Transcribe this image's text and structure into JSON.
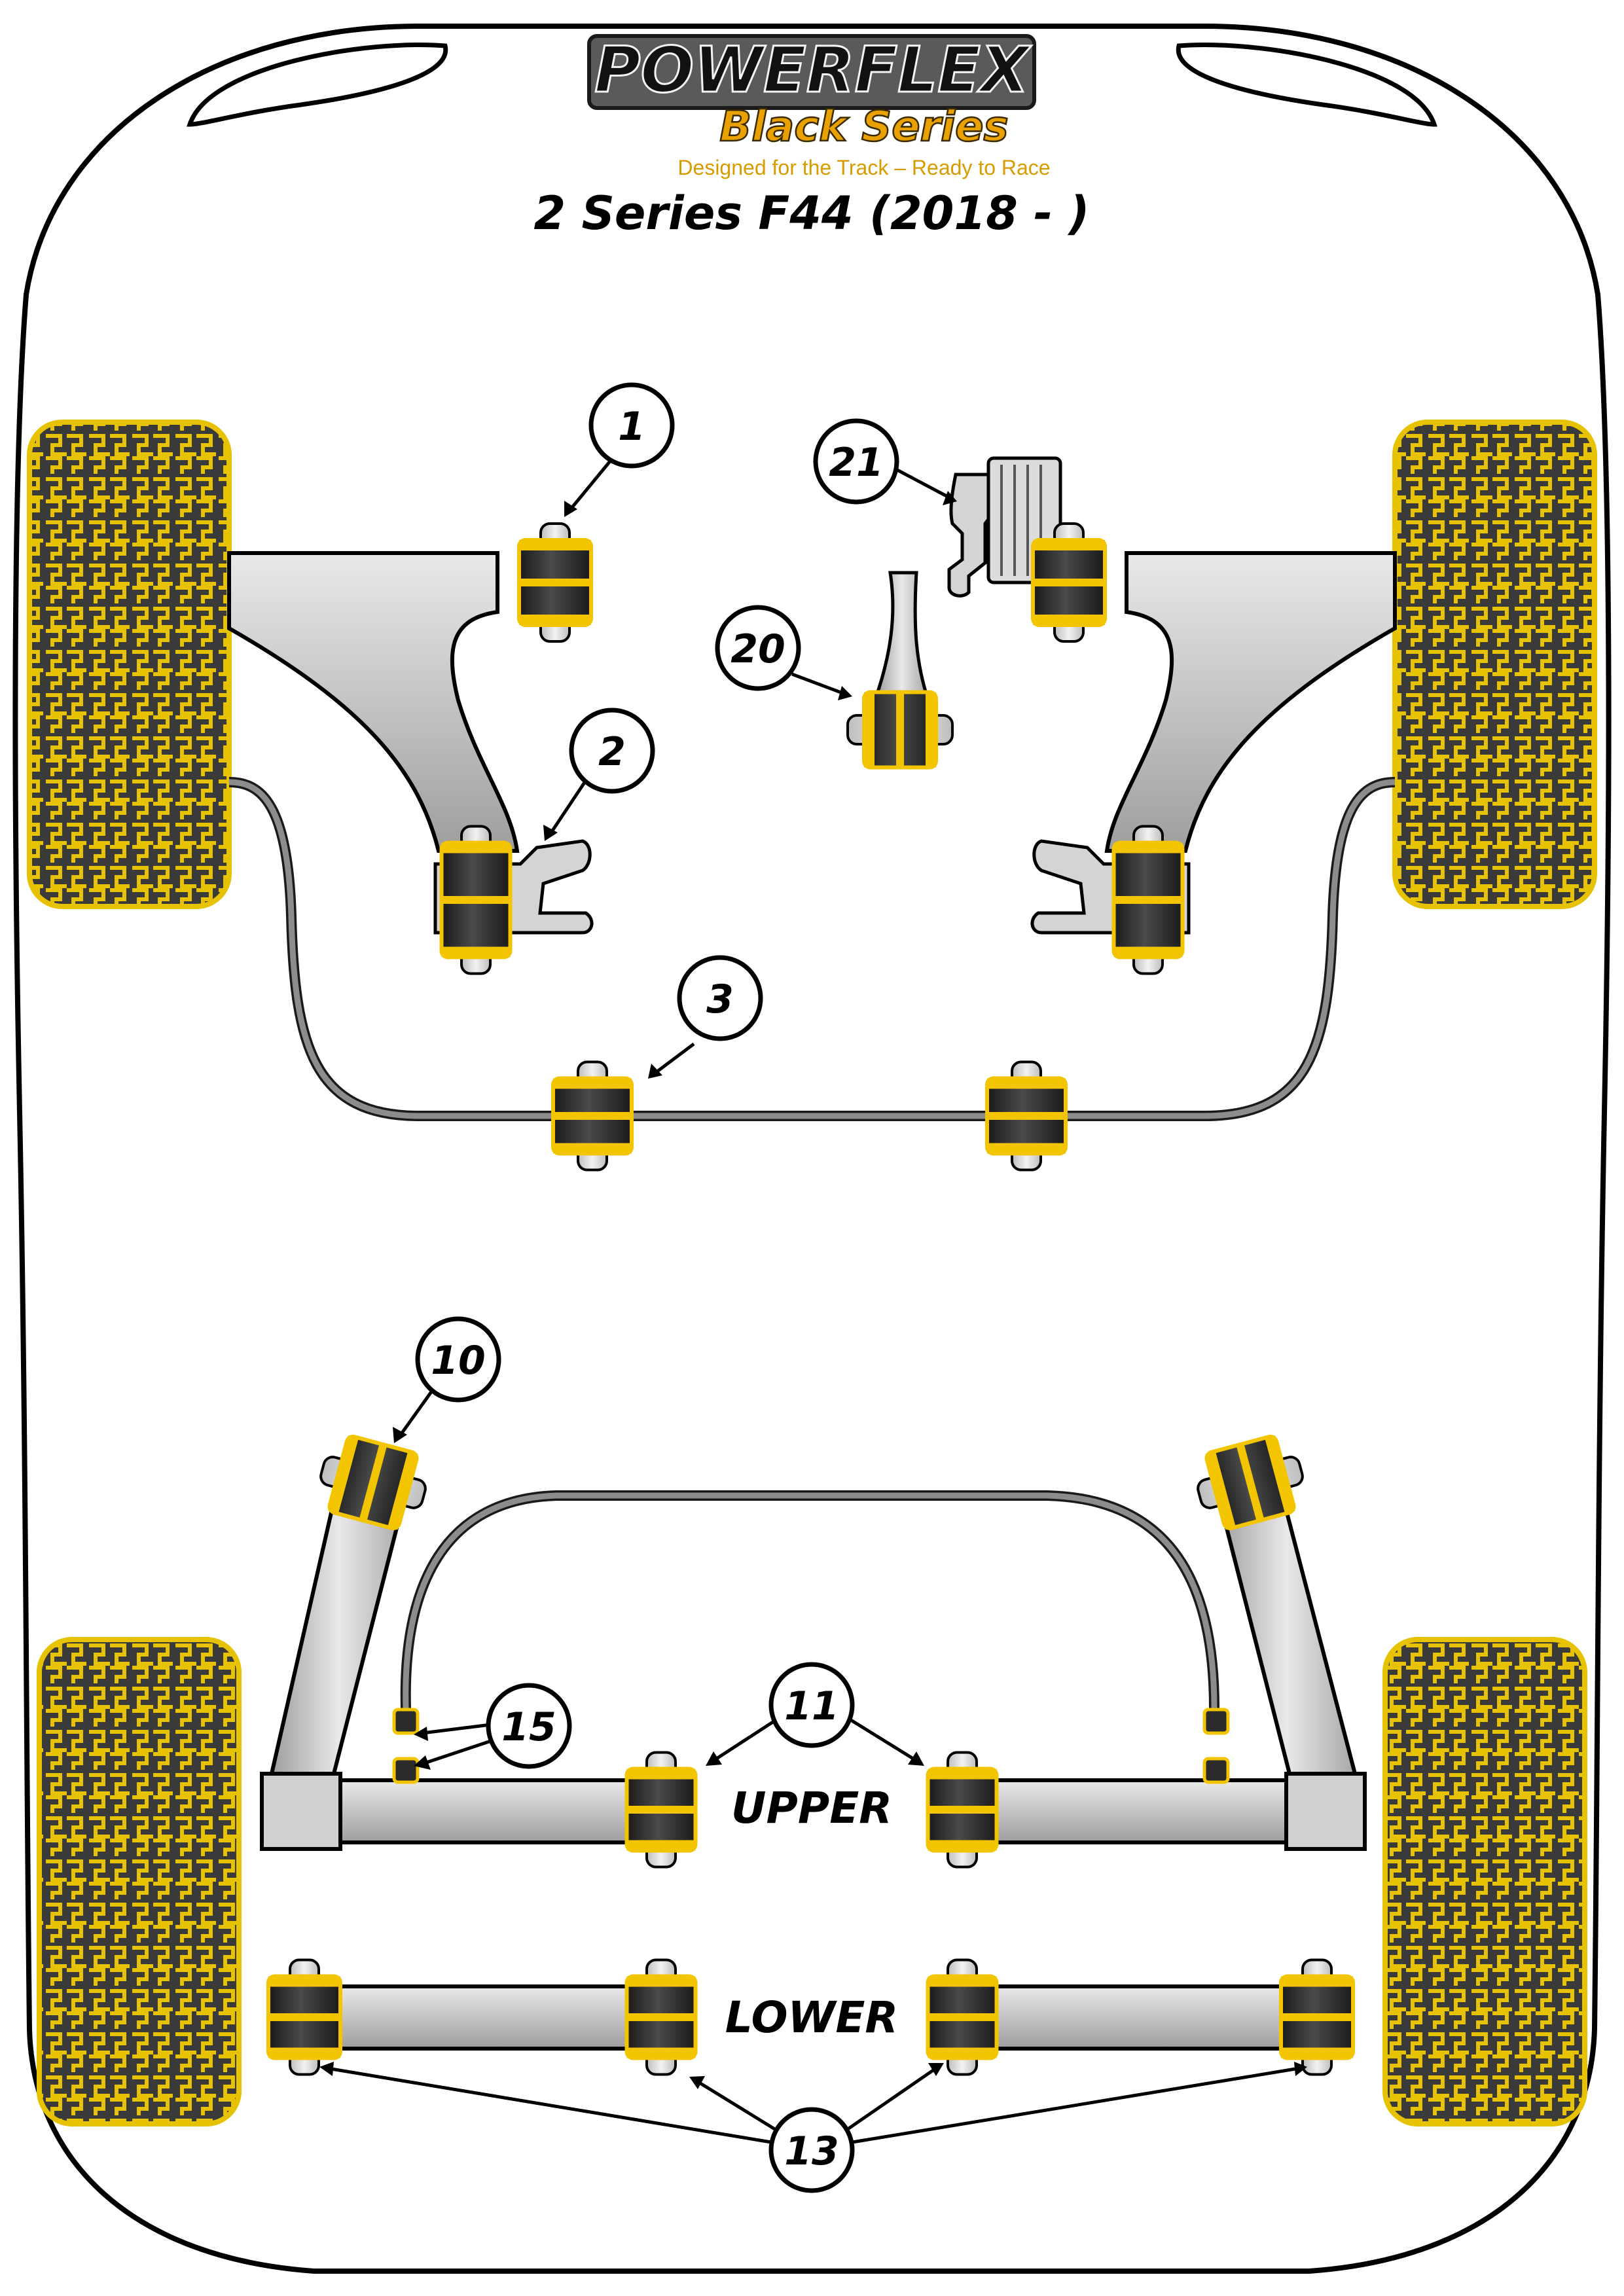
{
  "brand": {
    "name": "POWERFLEX",
    "series": "Black Series",
    "tagline": "Designed for the Track – Ready to Race"
  },
  "model": "2 Series F44 (2018 - )",
  "labels": {
    "upper": "UPPER",
    "lower": "LOWER"
  },
  "callouts": {
    "c1": "1",
    "c2": "2",
    "c3": "3",
    "c10": "10",
    "c11": "11",
    "c13": "13",
    "c15": "15",
    "c20": "20",
    "c21": "21"
  },
  "colors": {
    "outline": "#000000",
    "bushing_body": "#2b2b2b",
    "bushing_band": "#f2c500",
    "tyre_fill": "#3a3a3a",
    "tyre_pattern": "#e6c200",
    "arm_fill": "#c8c8c8",
    "roll_bar": "#8c8c8c",
    "brand_bg": "#5a5a5a",
    "brand_series": "#e9a100",
    "tagline": "#d89b00"
  }
}
